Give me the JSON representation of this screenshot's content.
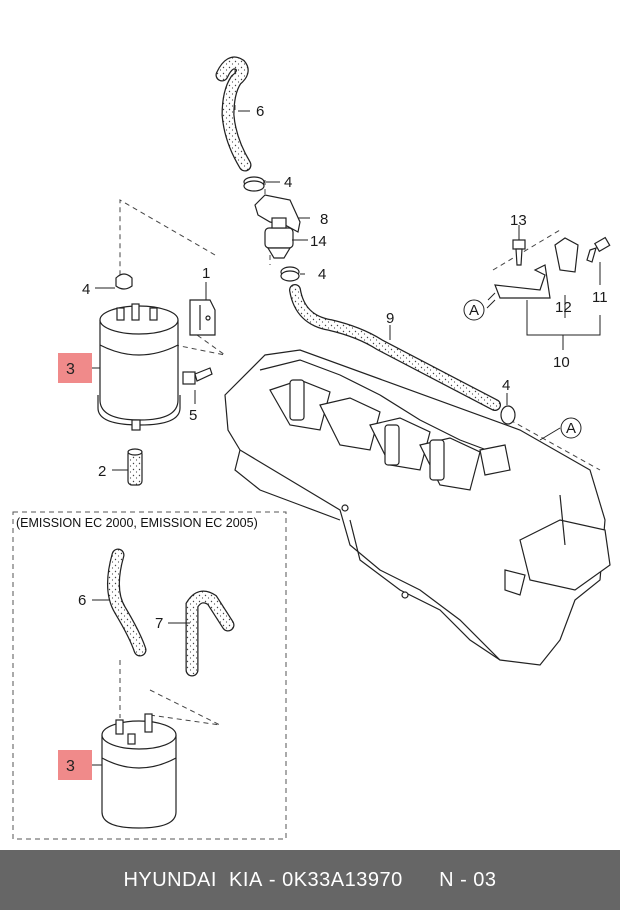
{
  "callouts": {
    "c1": "1",
    "c2": "2",
    "c3": "3",
    "c4a": "4",
    "c4b": "4",
    "c4c": "4",
    "c4d": "4",
    "c5": "5",
    "c6": "6",
    "c8": "8",
    "c9": "9",
    "c10": "10",
    "c11": "11",
    "c12": "12",
    "c13": "13",
    "c14": "14",
    "ca1": "A",
    "ca2": "A"
  },
  "highlight": {
    "label": "3",
    "color": "#f08a8a"
  },
  "inset": {
    "title": "(EMISSION EC 2000, EMISSION EC 2005)",
    "c6": "6",
    "c7": "7",
    "c3": "3"
  },
  "footer": {
    "brand": "HYUNDAI  KIA",
    "separator": " - ",
    "part_number": "0K33A13970",
    "code": "N - 03"
  }
}
